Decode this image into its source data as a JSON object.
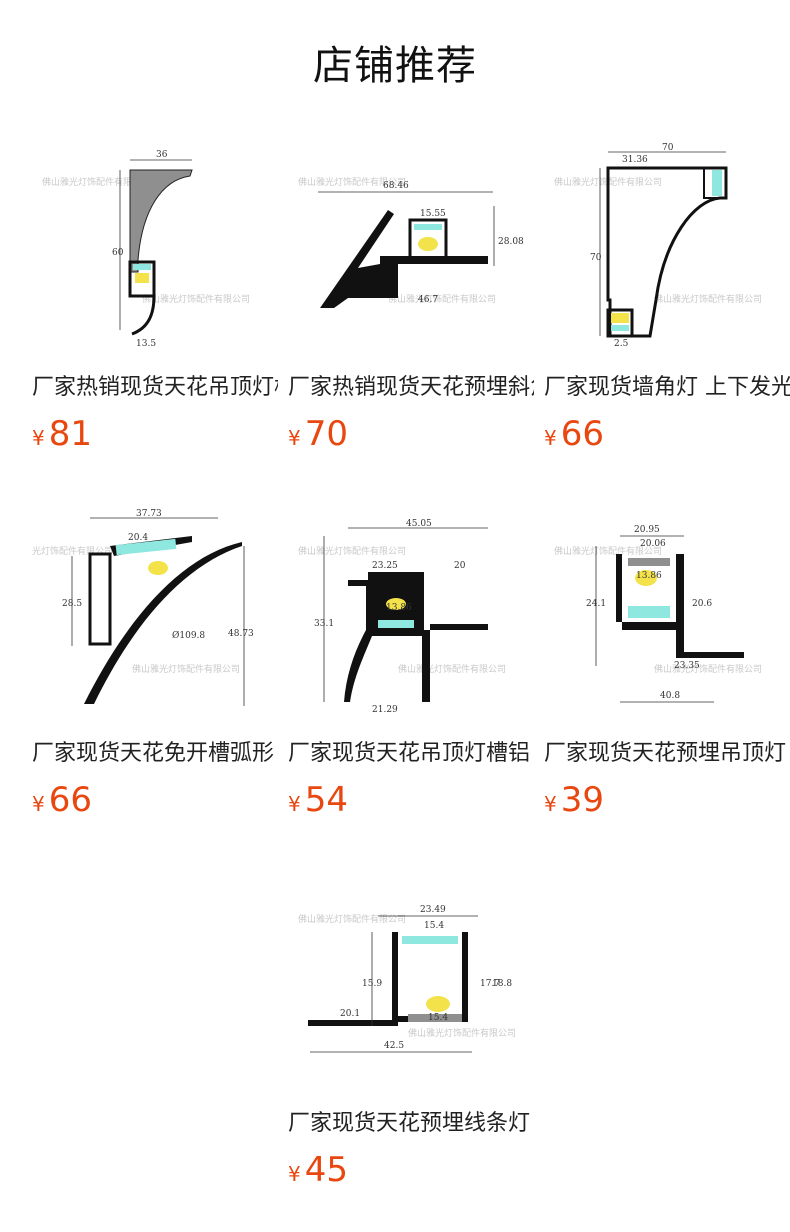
{
  "section": {
    "title": "店铺推荐"
  },
  "currency_symbol": "¥",
  "colors": {
    "price": "#e8470f",
    "diffuser": "#8ee8e0",
    "led": "#f3e24a"
  },
  "products": [
    {
      "name": "厂家热销现货天花吊顶灯槽",
      "price": "81",
      "image_icon": "ceiling-profile-drawing-icon"
    },
    {
      "name": "厂家热销现货天花预埋斜角",
      "price": "70",
      "image_icon": "ceiling-profile-drawing-icon"
    },
    {
      "name": "厂家现货墙角灯 上下发光",
      "price": "66",
      "image_icon": "ceiling-profile-drawing-icon"
    },
    {
      "name": "厂家现货天花免开槽弧形",
      "price": "66",
      "image_icon": "ceiling-profile-drawing-icon"
    },
    {
      "name": "厂家现货天花吊顶灯槽铝",
      "price": "54",
      "image_icon": "ceiling-profile-drawing-icon"
    },
    {
      "name": "厂家现货天花预埋吊顶灯",
      "price": "39",
      "image_icon": "ceiling-profile-drawing-icon"
    },
    {
      "name": "厂家现货天花预埋线条灯",
      "price": "45",
      "image_icon": "ceiling-profile-drawing-icon"
    }
  ]
}
